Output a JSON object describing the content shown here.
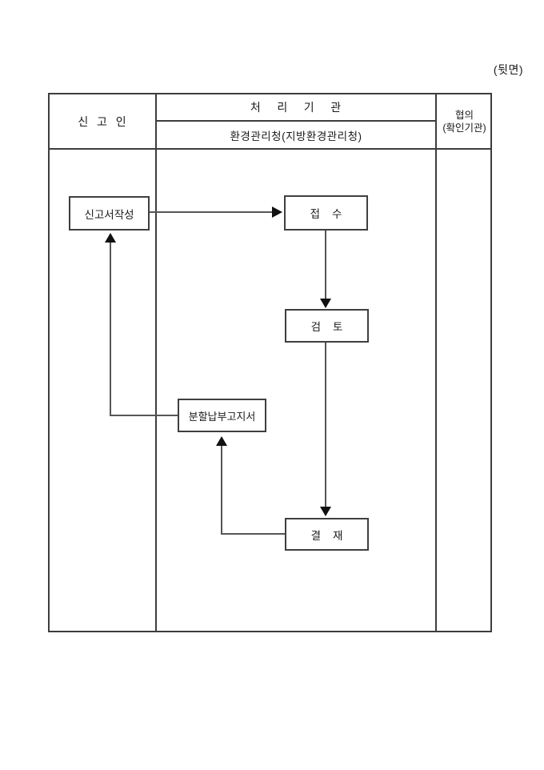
{
  "page": {
    "back_side_label": "(뒷면)"
  },
  "table": {
    "applicant_header": "신  고  인",
    "processing_agency_header": "처    리    기    관",
    "processing_agency_subheader": "환경관리청(지방환경관리청)",
    "consultation_header_line1": "협의",
    "consultation_header_line2": "(확인기관)"
  },
  "flowchart": {
    "report_writing": "신고서작성",
    "receipt": "접    수",
    "review": "검    토",
    "installment_notice": "분할납부고지서",
    "approval": "결    재"
  },
  "colors": {
    "background": "#ffffff",
    "table_line": "#3d3d3d",
    "connector_line": "#565656",
    "arrowhead": "#111111",
    "text": "#1a1a1a"
  }
}
